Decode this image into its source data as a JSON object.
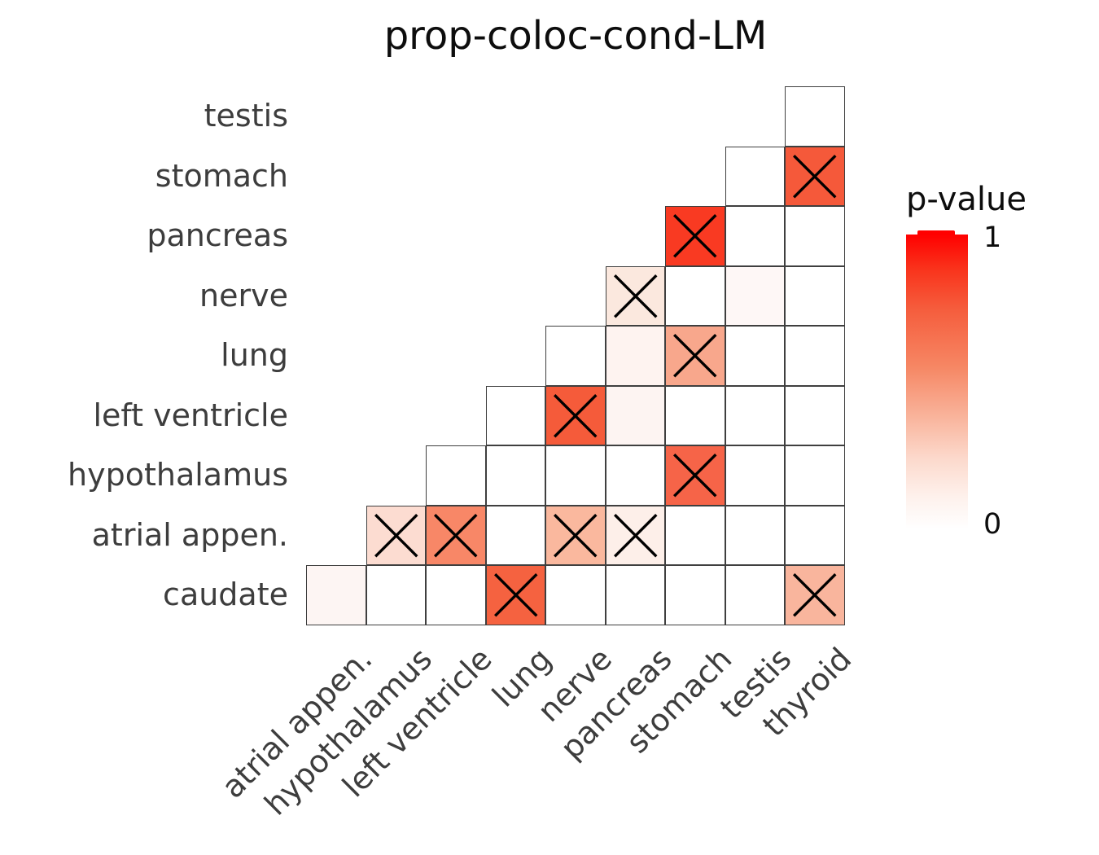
{
  "title": "prop-coloc-cond-LM",
  "legend": {
    "title": "p-value",
    "top_tick_label": "1",
    "bottom_tick_label": "0"
  },
  "colors": {
    "background": "#FFFFFF",
    "grid_line": "#3F3F3F",
    "axis_text": "#3D3D3D",
    "title_text": "#0D0D0D",
    "cross_mark": "#000000",
    "colorbar_top": "#FF0000",
    "colorbar_bottom": "#FFFFFF"
  },
  "chart_data": {
    "type": "heatmap",
    "subtype": "upper-triangular pairwise matrix with X marks on significant cells",
    "title": "prop-coloc-cond-LM",
    "rows_top_to_bottom": [
      "testis",
      "stomach",
      "pancreas",
      "nerve",
      "lung",
      "left ventricle",
      "hypothalamus",
      "atrial appen.",
      "caudate"
    ],
    "columns_left_to_right": [
      "atrial appen.",
      "hypothalamus",
      "left ventricle",
      "lung",
      "nerve",
      "pancreas",
      "stomach",
      "testis",
      "thyroid"
    ],
    "colorbar": {
      "label": "p-value",
      "min": 0,
      "max": 1,
      "min_color": "#FFFFFF",
      "max_color": "#FF0000",
      "tick_labels": [
        "1",
        "0"
      ],
      "position": "right"
    },
    "grid": "stair-step triangle; row i (top=0) spans columns (8-i)..8",
    "cells": [
      {
        "row": "testis",
        "col": "thyroid",
        "color": "#FFFFFF",
        "p_value_est": 0.0,
        "crossed": false
      },
      {
        "row": "stomach",
        "col": "testis",
        "color": "#FFFFFF",
        "p_value_est": 0.0,
        "crossed": false
      },
      {
        "row": "stomach",
        "col": "thyroid",
        "color": "#F5593A",
        "p_value_est": 0.65,
        "crossed": true
      },
      {
        "row": "pancreas",
        "col": "stomach",
        "color": "#F93A22",
        "p_value_est": 0.77,
        "crossed": true
      },
      {
        "row": "pancreas",
        "col": "testis",
        "color": "#FFFFFF",
        "p_value_est": 0.0,
        "crossed": false
      },
      {
        "row": "pancreas",
        "col": "thyroid",
        "color": "#FFFFFF",
        "p_value_est": 0.0,
        "crossed": false
      },
      {
        "row": "nerve",
        "col": "pancreas",
        "color": "#FBE8DE",
        "p_value_est": 0.09,
        "crossed": true
      },
      {
        "row": "nerve",
        "col": "stomach",
        "color": "#FFFFFF",
        "p_value_est": 0.0,
        "crossed": false
      },
      {
        "row": "nerve",
        "col": "testis",
        "color": "#FEF7F6",
        "p_value_est": 0.03,
        "crossed": false
      },
      {
        "row": "nerve",
        "col": "thyroid",
        "color": "#FFFFFF",
        "p_value_est": 0.0,
        "crossed": false
      },
      {
        "row": "lung",
        "col": "nerve",
        "color": "#FFFFFF",
        "p_value_est": 0.0,
        "crossed": false
      },
      {
        "row": "lung",
        "col": "pancreas",
        "color": "#FEF3F0",
        "p_value_est": 0.05,
        "crossed": false
      },
      {
        "row": "lung",
        "col": "stomach",
        "color": "#F8A78C",
        "p_value_est": 0.35,
        "crossed": true
      },
      {
        "row": "lung",
        "col": "testis",
        "color": "#FFFFFF",
        "p_value_est": 0.0,
        "crossed": false
      },
      {
        "row": "lung",
        "col": "thyroid",
        "color": "#FFFFFF",
        "p_value_est": 0.0,
        "crossed": false
      },
      {
        "row": "left ventricle",
        "col": "lung",
        "color": "#FFFFFF",
        "p_value_est": 0.0,
        "crossed": false
      },
      {
        "row": "left ventricle",
        "col": "nerve",
        "color": "#F55B3A",
        "p_value_est": 0.64,
        "crossed": true
      },
      {
        "row": "left ventricle",
        "col": "pancreas",
        "color": "#FDF4F2",
        "p_value_est": 0.04,
        "crossed": false
      },
      {
        "row": "left ventricle",
        "col": "stomach",
        "color": "#FFFFFF",
        "p_value_est": 0.0,
        "crossed": false
      },
      {
        "row": "left ventricle",
        "col": "testis",
        "color": "#FFFFFF",
        "p_value_est": 0.0,
        "crossed": false
      },
      {
        "row": "left ventricle",
        "col": "thyroid",
        "color": "#FFFFFF",
        "p_value_est": 0.0,
        "crossed": false
      },
      {
        "row": "hypothalamus",
        "col": "left ventricle",
        "color": "#FFFFFF",
        "p_value_est": 0.0,
        "crossed": false
      },
      {
        "row": "hypothalamus",
        "col": "lung",
        "color": "#FFFFFF",
        "p_value_est": 0.0,
        "crossed": false
      },
      {
        "row": "hypothalamus",
        "col": "nerve",
        "color": "#FFFFFF",
        "p_value_est": 0.0,
        "crossed": false
      },
      {
        "row": "hypothalamus",
        "col": "pancreas",
        "color": "#FFFFFF",
        "p_value_est": 0.0,
        "crossed": false
      },
      {
        "row": "hypothalamus",
        "col": "stomach",
        "color": "#F66448",
        "p_value_est": 0.61,
        "crossed": true
      },
      {
        "row": "hypothalamus",
        "col": "testis",
        "color": "#FFFFFF",
        "p_value_est": 0.0,
        "crossed": false
      },
      {
        "row": "hypothalamus",
        "col": "thyroid",
        "color": "#FFFFFF",
        "p_value_est": 0.0,
        "crossed": false
      },
      {
        "row": "atrial appen.",
        "col": "hypothalamus",
        "color": "#FCDCD1",
        "p_value_est": 0.14,
        "crossed": true
      },
      {
        "row": "atrial appen.",
        "col": "left ventricle",
        "color": "#F88767",
        "p_value_est": 0.47,
        "crossed": true
      },
      {
        "row": "atrial appen.",
        "col": "lung",
        "color": "#FFFFFF",
        "p_value_est": 0.0,
        "crossed": false
      },
      {
        "row": "atrial appen.",
        "col": "nerve",
        "color": "#FAB89E",
        "p_value_est": 0.28,
        "crossed": true
      },
      {
        "row": "atrial appen.",
        "col": "pancreas",
        "color": "#FDEFE9",
        "p_value_est": 0.06,
        "crossed": true
      },
      {
        "row": "atrial appen.",
        "col": "stomach",
        "color": "#FFFFFF",
        "p_value_est": 0.0,
        "crossed": false
      },
      {
        "row": "atrial appen.",
        "col": "testis",
        "color": "#FFFFFF",
        "p_value_est": 0.0,
        "crossed": false
      },
      {
        "row": "atrial appen.",
        "col": "thyroid",
        "color": "#FFFFFF",
        "p_value_est": 0.0,
        "crossed": false
      },
      {
        "row": "caudate",
        "col": "atrial appen.",
        "color": "#FDF5F3",
        "p_value_est": 0.04,
        "crossed": false
      },
      {
        "row": "caudate",
        "col": "hypothalamus",
        "color": "#FFFFFF",
        "p_value_est": 0.0,
        "crossed": false
      },
      {
        "row": "caudate",
        "col": "left ventricle",
        "color": "#FFFFFF",
        "p_value_est": 0.0,
        "crossed": false
      },
      {
        "row": "caudate",
        "col": "lung",
        "color": "#F56240",
        "p_value_est": 0.62,
        "crossed": true
      },
      {
        "row": "caudate",
        "col": "nerve",
        "color": "#FFFFFF",
        "p_value_est": 0.0,
        "crossed": false
      },
      {
        "row": "caudate",
        "col": "pancreas",
        "color": "#FFFFFF",
        "p_value_est": 0.0,
        "crossed": false
      },
      {
        "row": "caudate",
        "col": "stomach",
        "color": "#FFFFFF",
        "p_value_est": 0.0,
        "crossed": false
      },
      {
        "row": "caudate",
        "col": "testis",
        "color": "#FFFFFF",
        "p_value_est": 0.0,
        "crossed": false
      },
      {
        "row": "caudate",
        "col": "thyroid",
        "color": "#F9B59D",
        "p_value_est": 0.29,
        "crossed": true
      }
    ]
  }
}
